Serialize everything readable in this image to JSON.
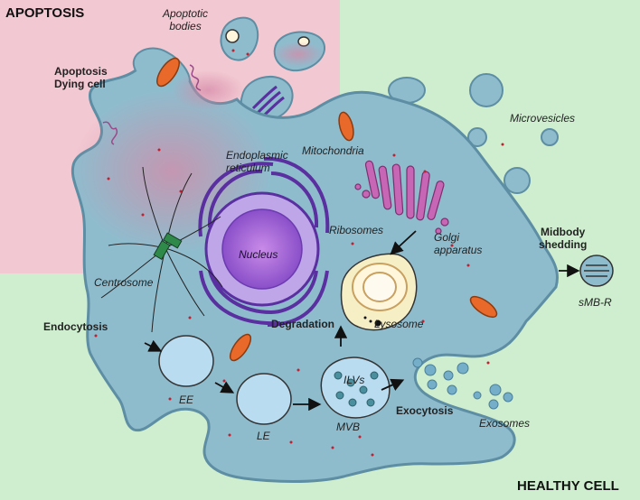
{
  "corners": {
    "apoptosis": "APOPTOSIS",
    "healthy": "HEALTHY CELL"
  },
  "labels": {
    "apoptotic_bodies_1": "Apoptotic",
    "apoptotic_bodies_2": "bodies",
    "apoptosis_dying_1": "Apoptosis",
    "apoptosis_dying_2": "Dying cell",
    "microvesicles": "Microvesicles",
    "mitochondria": "Mitochondria",
    "er_1": "Endoplasmic",
    "er_2": "reticulum",
    "ribosomes": "Ribosomes",
    "golgi_1": "Golgi",
    "golgi_2": "apparatus",
    "midbody_1": "Midbody",
    "midbody_2": "shedding",
    "smbr": "sMB-R",
    "nucleus": "Nucleus",
    "centrosome": "Centrosome",
    "lysosome": "Lysosome",
    "degradation": "Degradation",
    "endocytosis": "Endocytosis",
    "ilvs": "ILVs",
    "ee": "EE",
    "le": "LE",
    "mvb": "MVB",
    "exocytosis": "Exocytosis",
    "exosomes": "Exosomes"
  },
  "colors": {
    "apoptosis_bg": "#f2c8d2",
    "healthy_bg": "#cfeecf",
    "cytoplasm": "#8fbccd",
    "membrane": "#5d8ea3",
    "nucleus": "#9b59d0",
    "er": "#5a2fa0",
    "golgi": "#c766b4",
    "mitochondria": "#e8692a",
    "vesicle": "#b9dcf0"
  }
}
